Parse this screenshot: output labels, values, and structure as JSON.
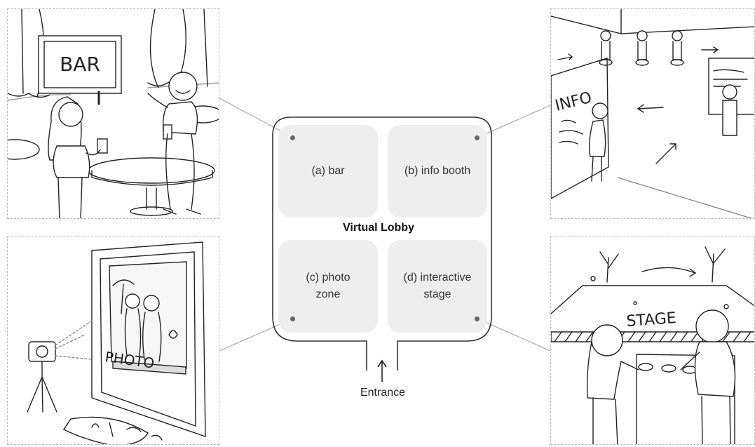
{
  "lobby": {
    "title": "Virtual Lobby",
    "entrance_label": "Entrance"
  },
  "rooms": {
    "bar": "(a) bar",
    "info": "(b) info booth",
    "photo_line1": "(c) photo",
    "photo_line2": "zone",
    "stage_line1": "(d) interactive",
    "stage_line2": "stage"
  },
  "sketches": {
    "bar_sign": "BAR",
    "info_sign": "INFO",
    "photo_sign": "PHOTO",
    "stage_sign": "STAGE"
  },
  "colors": {
    "room_fill": "#eeeeee",
    "outline": "#333333",
    "connector": "#a0a0a0",
    "ink": "#222222"
  }
}
